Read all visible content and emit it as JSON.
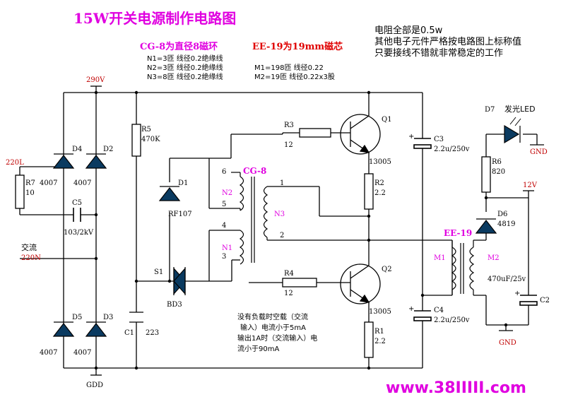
{
  "title": "15W开关电源制作电路图",
  "notes": {
    "line1": "电阻全部是0.5w",
    "line2": "其他电子元件严格按电路图上标称值",
    "line3": "只要接线不错就非常稳定的工作"
  },
  "cg8_spec": {
    "heading": "CG-8为直径8磁环",
    "n1": "N1=3匝  线径0.2绝缘线",
    "n2": "N2=3匝  线径0.2绝缘线",
    "n3": "N3=8匝  线径0.2绝缘线"
  },
  "ee19_spec": {
    "heading": "EE-19为19mm磁芯",
    "m1": "M1=198匝  线径0.22",
    "m2": "M2=19匝   线径0.22x3股"
  },
  "rails": {
    "top": "290V",
    "bottom": "GDD",
    "out": "12V"
  },
  "input": {
    "l_label": "220L",
    "ac_label": "交流",
    "ac_value": "220N"
  },
  "components": {
    "r7_name": "R7",
    "r7_value": "10",
    "c5_name": "C5",
    "c5_value": "103/2kV",
    "d4_name": "D4",
    "d4_value": "4007",
    "d2_name": "D2",
    "d2_value": "4007",
    "d5_name": "D5",
    "d5_value": "4007",
    "d3_name": "D3",
    "d3_value": "4007",
    "r5_name": "R5",
    "r5_value": "470K",
    "d1_name": "D1",
    "d1_value": "RF107",
    "s1_name": "S1",
    "bd3_name": "BD3",
    "c1_name": "C1",
    "c1_value": "223",
    "r3_name": "R3",
    "r3_value": "12",
    "r4_name": "R4",
    "r4_value": "12",
    "q1_name": "Q1",
    "q1_value": "13005",
    "q2_name": "Q2",
    "q2_value": "13005",
    "r2_name": "R2",
    "r2_value": "2.2",
    "r1_name": "R1",
    "r1_value": "2.2",
    "c3_name": "C3",
    "c3_value": "2.2u/250v",
    "c4_name": "C4",
    "c4_value": "2.2u/250v",
    "d7_name": "D7",
    "d7_value": "发光LED",
    "r6_name": "R6",
    "r6_value": "820",
    "d6_name": "D6",
    "d6_value": "4819",
    "c2_name": "C2",
    "c2_value": "470uF/25v",
    "gnd": "GND"
  },
  "cg8": {
    "name": "CG-8",
    "n1": "N1",
    "n2": "N2",
    "n3": "N3",
    "pin1": "1",
    "pin2": "2",
    "pin3": "3",
    "pin4": "4",
    "pin5": "5",
    "pin6": "6"
  },
  "ee19": {
    "name": "EE-19",
    "m1": "M1",
    "m2": "M2"
  },
  "remark": {
    "line1": "没有负载时空载（交流",
    "line2": "输入）电流小于5mA",
    "line3": "输出1A时（交流输入）电",
    "line4": "流小于90mA"
  },
  "website": "www.38IIIII.com",
  "colors": {
    "wire": "#000000",
    "label_red": "#c00000",
    "label_blue": "#0000c0",
    "brand": "#e000e0"
  }
}
